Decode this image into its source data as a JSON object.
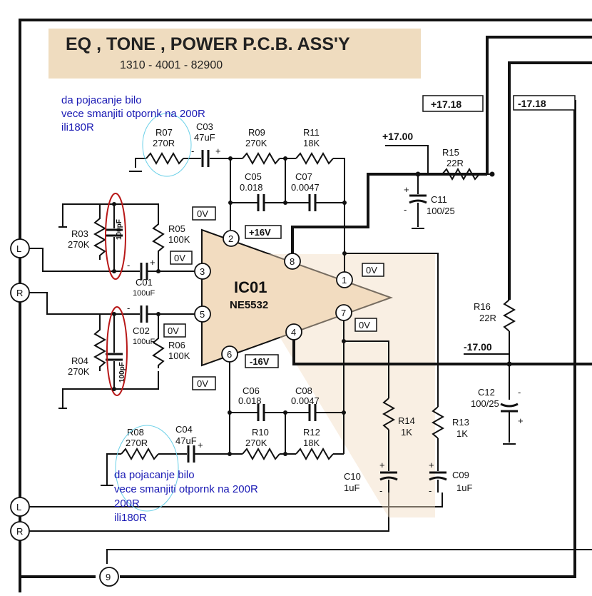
{
  "title": {
    "line1": "EQ , TONE , POWER P.C.B. ASS'Y",
    "line2": "1310 - 4001 - 82900",
    "bg": "#efdcbf"
  },
  "notes": {
    "top": [
      "da pojacanje bilo",
      "vece smanjiti otpornk na 200R",
      "ili180R"
    ],
    "bottom": [
      "da pojacanje bilo",
      "vece smanjiti otpornk na 200R",
      "200R",
      "ili180R"
    ],
    "text_color": "#1a1ab4",
    "ellipse_color": "#6ad0e8",
    "cap_mark_color": "#b81818"
  },
  "ic": {
    "ref": "IC01",
    "part": "NE5532"
  },
  "pins": [
    "1",
    "2",
    "3",
    "4",
    "5",
    "6",
    "7",
    "8"
  ],
  "terminals": {
    "L": "L",
    "R": "R",
    "nine": "9"
  },
  "rails": {
    "plus_1718": "+17.18",
    "minus_1718": "-17.18",
    "plus_1700": "+17.00",
    "minus_1700": "-17.00",
    "plus_16v": "+16V",
    "minus_16v": "-16V",
    "zero_v": "0V"
  },
  "components": {
    "r07": [
      "R07",
      "270R"
    ],
    "c03": [
      "C03",
      "47uF"
    ],
    "r09": [
      "R09",
      "270K"
    ],
    "r11": [
      "R11",
      "18K"
    ],
    "c05": [
      "C05",
      "0.018"
    ],
    "c07": [
      "C07",
      "0.0047"
    ],
    "r15": [
      "R15",
      "22R"
    ],
    "c11": [
      "C11",
      "100/25"
    ],
    "r03": [
      "R03",
      "270K"
    ],
    "r05": [
      "R05",
      "100K"
    ],
    "c01": [
      "C01",
      "100uF"
    ],
    "c02": [
      "C02",
      "100uF"
    ],
    "r06": [
      "R06",
      "100K"
    ],
    "r04": [
      "R04",
      "270K"
    ],
    "r16": [
      "R16",
      "22R"
    ],
    "c12": [
      "C12",
      "100/25"
    ],
    "c06": [
      "C06",
      "0.018"
    ],
    "c08": [
      "C08",
      "0.0047"
    ],
    "r08": [
      "R08",
      "270R"
    ],
    "c04": [
      "C04",
      "47uF"
    ],
    "r10": [
      "R10",
      "270K"
    ],
    "r12": [
      "R12",
      "18K"
    ],
    "r14": [
      "R14",
      "1K"
    ],
    "r13": [
      "R13",
      "1K"
    ],
    "c10": [
      "C10",
      "1uF"
    ],
    "c09": [
      "C09",
      "1uF"
    ],
    "pf_cap": "100pF"
  },
  "polarity": {
    "plus": "+",
    "minus": "-"
  }
}
